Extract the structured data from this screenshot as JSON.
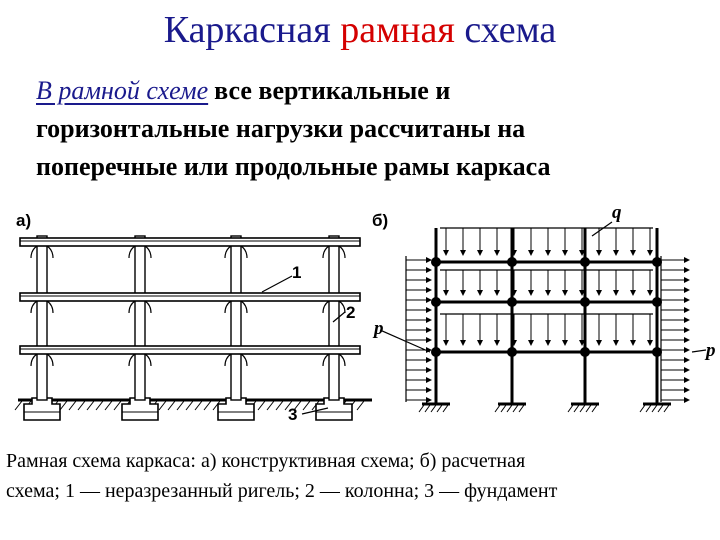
{
  "title": {
    "part1": "Каркасная",
    "part2": "рамная",
    "part3": "схема"
  },
  "intro": {
    "term": "В рамной схеме",
    "line1_rest": "все вертикальные и",
    "line2": "горизонтальные нагрузки рассчитаны на",
    "line3": "поперечные или продольные рамы каркаса"
  },
  "figure_a": {
    "panel_label": "а)",
    "label_1": "1",
    "label_2": "2",
    "label_3": "3"
  },
  "figure_b": {
    "panel_label": "б)",
    "label_q": "q",
    "label_p_left": "p",
    "label_p_right": "p"
  },
  "caption": {
    "line1": "Рамная схема каркаса: а) конструктивная схема; б) расчетная",
    "line2": "схема; 1 — неразрезанный ригель; 2 — колонна; 3 — фундамент"
  },
  "colors": {
    "title": "#1a1a8c",
    "accent": "#d40000",
    "ink": "#000000"
  }
}
